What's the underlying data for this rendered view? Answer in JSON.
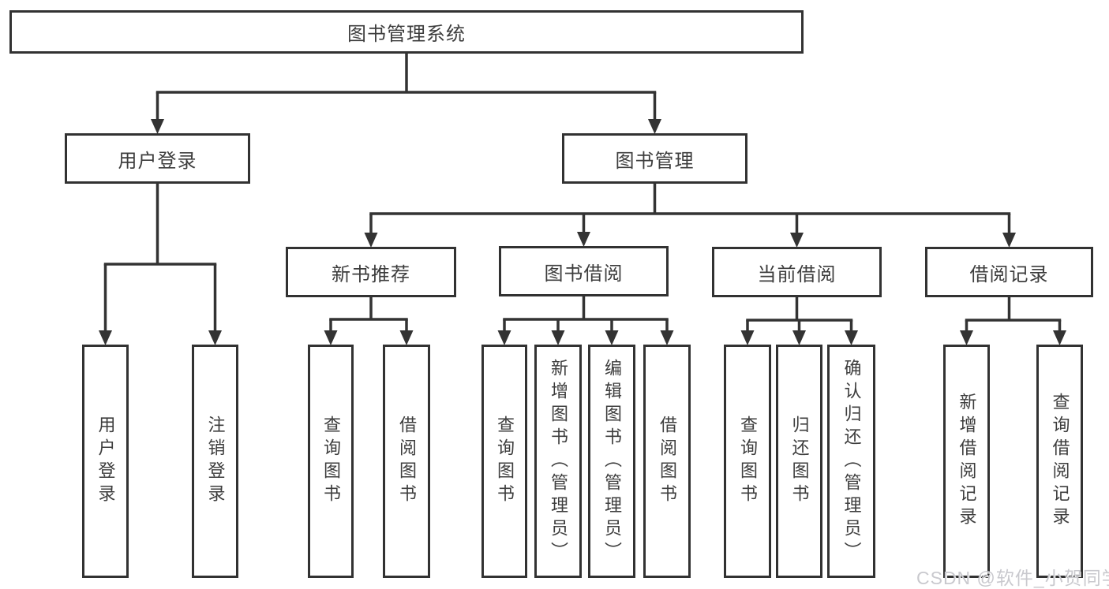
{
  "diagram": {
    "tree": {
      "label": "图书管理系统",
      "children": [
        {
          "label": "用户登录",
          "children": [
            {
              "label": "用户登录"
            },
            {
              "label": "注销登录"
            }
          ]
        },
        {
          "label": "图书管理",
          "children": [
            {
              "label": "新书推荐",
              "children": [
                {
                  "label": "查询图书"
                },
                {
                  "label": "借阅图书"
                }
              ]
            },
            {
              "label": "图书借阅",
              "children": [
                {
                  "label": "查询图书"
                },
                {
                  "label": "新增图书（管理员）"
                },
                {
                  "label": "编辑图书（管理员）"
                },
                {
                  "label": "借阅图书"
                }
              ]
            },
            {
              "label": "当前借阅",
              "children": [
                {
                  "label": "查询图书"
                },
                {
                  "label": "归还图书"
                },
                {
                  "label": "确认归还（管理员）"
                }
              ]
            },
            {
              "label": "借阅记录",
              "children": [
                {
                  "label": "新增借阅记录"
                },
                {
                  "label": "查询借阅记录"
                }
              ]
            }
          ]
        }
      ]
    }
  },
  "watermark": {
    "text": "CSDN @软件_小贺同学"
  },
  "colors": {
    "line": "#333333",
    "box_border": "#323232",
    "text": "#3d3d3d",
    "background": "#ffffff",
    "watermark": "#c9c9ce"
  }
}
